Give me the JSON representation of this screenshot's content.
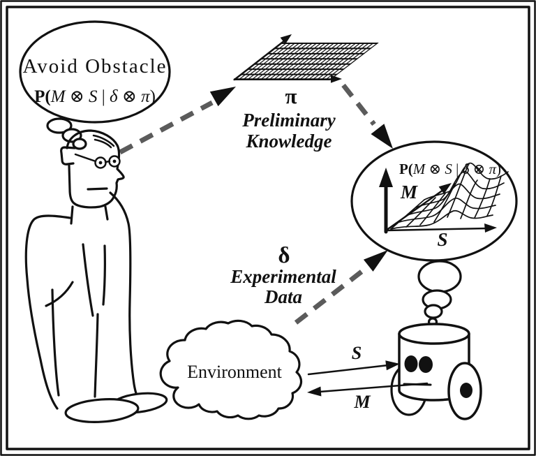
{
  "colors": {
    "ink": "#111111",
    "dash": "#5b5b5b",
    "background": "#ffffff"
  },
  "human_thought": {
    "title": "Avoid Obstacle"
  },
  "formula_parts": [
    "P(",
    "M",
    " ⊗ ",
    "S",
    " | ",
    "δ",
    " ⊗ ",
    "π",
    ")"
  ],
  "pi_label": {
    "symbol": "π",
    "line1": "Preliminary",
    "line2": "Knowledge"
  },
  "delta_label": {
    "symbol": "δ",
    "line1": "Experimental",
    "line2": "Data"
  },
  "surface_plot": {
    "m_axis": "M",
    "s_axis": "S"
  },
  "environment": {
    "label": "Environment"
  },
  "io_arrows": {
    "sensor": "S",
    "motor": "M"
  }
}
